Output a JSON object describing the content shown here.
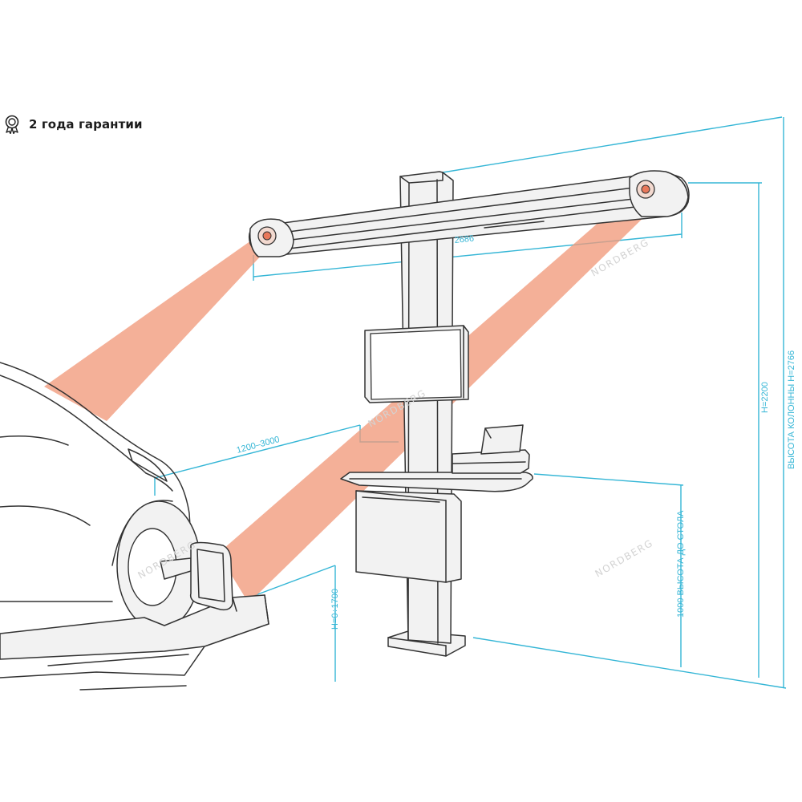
{
  "badge": {
    "icon": "award-ribbon-icon",
    "text": "2 года гарантии"
  },
  "dimensions": {
    "beam_width": "2686",
    "camera_distance": "1200–3000",
    "camera_height": "H=2200",
    "column_height": "ВЫСОТА КОЛОННЫ H=2766",
    "table_height": "1000 ВЫСОТА ДО СТОЛА",
    "lift_height": "H=0÷1700"
  },
  "watermark": "NORDBERG",
  "colors": {
    "dimension_lines": "#35b6d6",
    "laser_beams": "#f19a7b",
    "lens": "#e9785a",
    "outline": "#333333"
  }
}
